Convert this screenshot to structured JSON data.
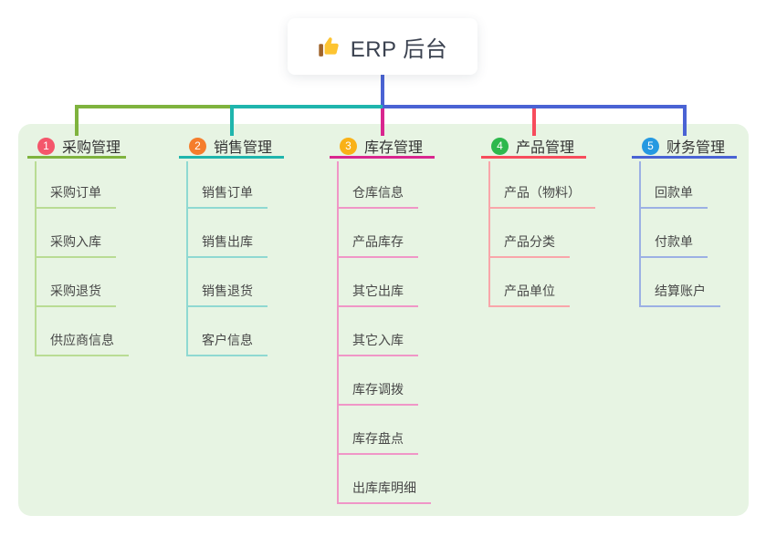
{
  "root": {
    "label": "ERP 后台",
    "icon": "thumbs-up-icon"
  },
  "colors": {
    "panel_bg": "#e7f4e3",
    "stem_blue": "#4a63d4",
    "root_text": "#3b4250",
    "thumb_yellow": "#fdc431",
    "thumb_cuff": "#a0632a"
  },
  "branches": [
    {
      "index": "1",
      "label": "采购管理",
      "badge_color": "#f4566b",
      "line_color": "#7fb33e",
      "child_line_color": "#b9dc94",
      "children": [
        "采购订单",
        "采购入库",
        "采购退货",
        "供应商信息"
      ]
    },
    {
      "index": "2",
      "label": "销售管理",
      "badge_color": "#f57d2c",
      "line_color": "#1fb5ad",
      "child_line_color": "#8fd9d2",
      "children": [
        "销售订单",
        "销售出库",
        "销售退货",
        "客户信息"
      ]
    },
    {
      "index": "3",
      "label": "库存管理",
      "badge_color": "#f9b117",
      "line_color": "#d9268f",
      "child_line_color": "#f096c7",
      "children": [
        "仓库信息",
        "产品库存",
        "其它出库",
        "其它入库",
        "库存调拨",
        "库存盘点",
        "出库库明细"
      ]
    },
    {
      "index": "4",
      "label": "产品管理",
      "badge_color": "#2db84d",
      "line_color": "#f74c5c",
      "child_line_color": "#f9a6aa",
      "children": [
        "产品（物料）",
        "产品分类",
        "产品单位"
      ]
    },
    {
      "index": "5",
      "label": "财务管理",
      "badge_color": "#2599e1",
      "line_color": "#4a63d4",
      "child_line_color": "#9cb0e4",
      "children": [
        "回款单",
        "付款单",
        "结算账户"
      ]
    }
  ]
}
